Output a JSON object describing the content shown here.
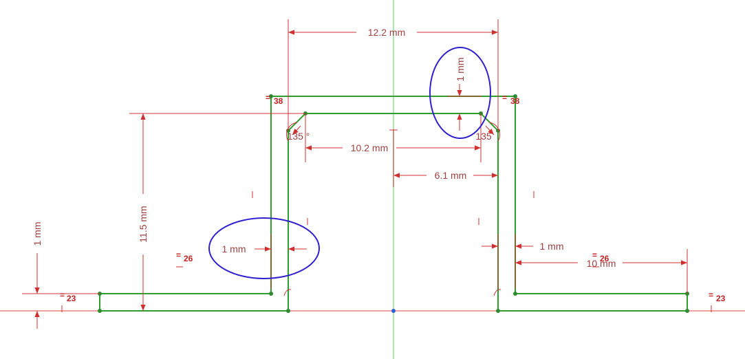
{
  "colors": {
    "sketch": "#2e9e2e",
    "dimension": "#d03030",
    "dimension_text": "#a04040",
    "axis_h": "#e04040",
    "axis_v": "#90e090",
    "highlight": "#3020d0",
    "construction": "#60b0f0",
    "point": "#2e8a2e",
    "origin": "#3060d0"
  },
  "dimensions": {
    "width_top": "12.2 mm",
    "inner_width": "10.2 mm",
    "half_width": "6.1 mm",
    "height": "11.5 mm",
    "thickness_top": "1 mm",
    "thickness_left_wall": "1 mm",
    "thickness_right_wall": "1 mm",
    "thickness_left_base": "1 mm",
    "flange_length": "10 mm",
    "angle_left": "135 °",
    "angle_right": "135"
  },
  "constraints": {
    "c38_left": "38",
    "c38_right": "38",
    "c26_left": "26",
    "c26_right": "26",
    "c23_left": "23",
    "c23_right": "23"
  }
}
